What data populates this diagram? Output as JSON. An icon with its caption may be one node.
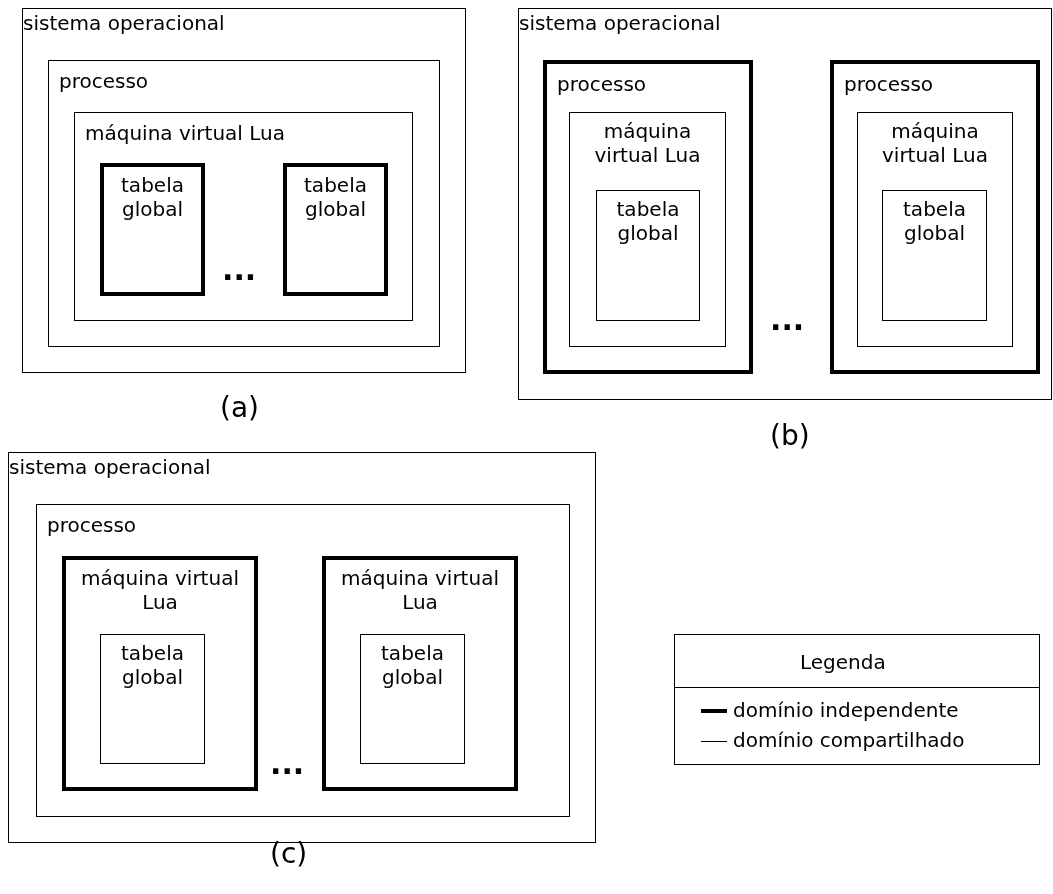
{
  "diagram": {
    "nodes": [
      {
        "text": [
          "sistema operacional"
        ]
      },
      {
        "text": [
          "processo"
        ],
        "in": 0
      },
      {
        "text": [
          "máquina virtual Lua"
        ],
        "in": 1
      },
      {
        "text": [
          "tabela global"
        ],
        "in": 2
      },
      {
        "text": [
          "tabela global"
        ],
        "in": 2
      },
      {
        "text": [
          "sistema operacional"
        ]
      },
      {
        "text": [
          "processo"
        ],
        "in": 5
      },
      {
        "text": [
          "máquina virtual Lua"
        ],
        "in": 6
      },
      {
        "text": [
          "tabela global"
        ],
        "in": 7
      },
      {
        "text": [
          "processo"
        ],
        "in": 5
      },
      {
        "text": [
          "máquina virtual Lua"
        ],
        "in": 9
      },
      {
        "text": [
          "tabela global"
        ],
        "in": 10
      },
      {
        "text": [
          "sistema operacional"
        ]
      },
      {
        "text": [
          "processo"
        ],
        "in": 12
      },
      {
        "text": [
          "máquina virtual Lua"
        ],
        "in": 13
      },
      {
        "text": [
          "tabela global"
        ],
        "in": 14
      },
      {
        "text": [
          "máquina virtual Lua"
        ],
        "in": 13
      },
      {
        "text": [
          "tabela global"
        ],
        "in": 16
      }
    ],
    "edges": [],
    "labels": [
      "...",
      "(a)",
      "...",
      "(b)",
      "...",
      "(c)",
      "Legenda"
    ],
    "legend": [
      {
        "text": "domínio independente"
      },
      {
        "text": "domínio compartilhado"
      }
    ]
  }
}
